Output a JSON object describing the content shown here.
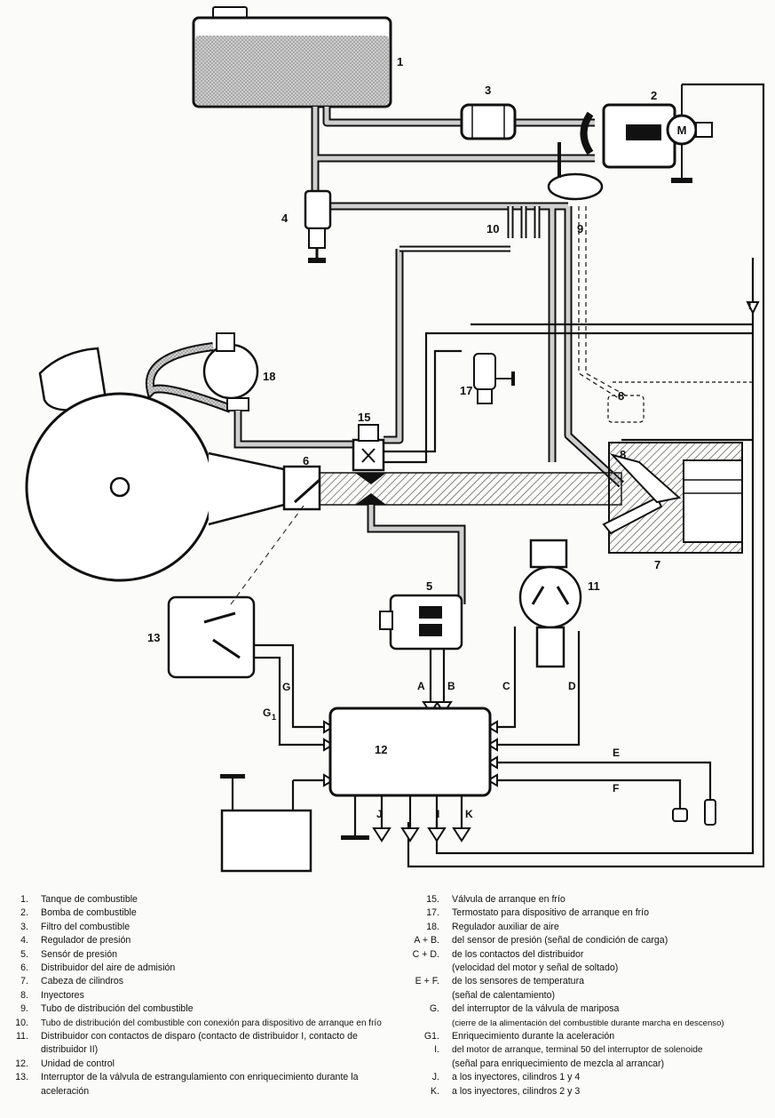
{
  "diagram": {
    "component_labels": {
      "c1": "1",
      "c2": "2",
      "c3": "3",
      "c4": "4",
      "c5": "5",
      "c6": "6",
      "c7": "7",
      "c8a": "8",
      "c8b": "8",
      "c9": "9",
      "c10": "10",
      "c11": "11",
      "c12": "12",
      "c13": "13",
      "c15": "15",
      "c17": "17",
      "c18": "18"
    },
    "motor_symbol": "M",
    "signal_labels": {
      "A": "A",
      "B": "B",
      "C": "C",
      "D": "D",
      "E": "E",
      "F": "F",
      "G": "G",
      "G1": "G",
      "G1_sub": "1",
      "I_line": "I",
      "I": "I",
      "J": "J",
      "K": "K"
    }
  },
  "legend_left": [
    {
      "num": "1.",
      "text": "Tanque de combustible"
    },
    {
      "num": "2.",
      "text": "Bomba de combustible"
    },
    {
      "num": "3.",
      "text": "Filtro del combustible"
    },
    {
      "num": "4.",
      "text": "Regulador de presión"
    },
    {
      "num": "5.",
      "text": "Sensór de presión"
    },
    {
      "num": "6.",
      "text": "Distribuidor del aire de admisión"
    },
    {
      "num": "7.",
      "text": "Cabeza de cilindros"
    },
    {
      "num": "8.",
      "text": "Inyectores"
    },
    {
      "num": "9.",
      "text": "Tubo de distribución del combustible"
    },
    {
      "num": "10.",
      "text": "Tubo de distribución del combustible con conexión para dispositivo de arranque en frío"
    },
    {
      "num": "11.",
      "text": "Distribuidor con contactos de disparo (contacto de distribuidor I, contacto de distribuidor II)"
    },
    {
      "num": "12.",
      "text": "Unidad de control"
    },
    {
      "num": "13.",
      "text": "Interruptor de la válvula de estrangulamiento con enriquecimiento durante la aceleración"
    }
  ],
  "legend_right": [
    {
      "num": "15.",
      "text": "Válvula de arranque en frío"
    },
    {
      "num": "17.",
      "text": "Termostato para dispositivo de arranque en frío"
    },
    {
      "num": "18.",
      "text": "Regulador auxiliar de aire"
    },
    {
      "num": "A + B.",
      "text": "del sensor de presión (señal de condición de carga)"
    },
    {
      "num": "C + D.",
      "text": "de los contactos del distribuidor"
    },
    {
      "num": "",
      "text": "(velocidad del motor y señal de soltado)"
    },
    {
      "num": "E + F.",
      "text": "de los sensores de temperatura"
    },
    {
      "num": "",
      "text": "(señal de calentamiento)"
    },
    {
      "num": "G.",
      "text": "del interruptor de la válvula de mariposa"
    },
    {
      "num": "",
      "text": "(cierre de la alimentación del combustible durante marcha en descenso)"
    },
    {
      "num": "G1.",
      "text": "Enriquecimiento durante la aceleración"
    },
    {
      "num": "I.",
      "text": "del motor de arranque, terminal 50 del interruptor de solenoide"
    },
    {
      "num": "",
      "text": "(señal para enriquecimiento de mezcla al arrancar)"
    },
    {
      "num": "J.",
      "text": "a los inyectores, cilindros 1 y 4"
    },
    {
      "num": "K.",
      "text": "a los inyectores, cilindros 2 y 3"
    }
  ]
}
